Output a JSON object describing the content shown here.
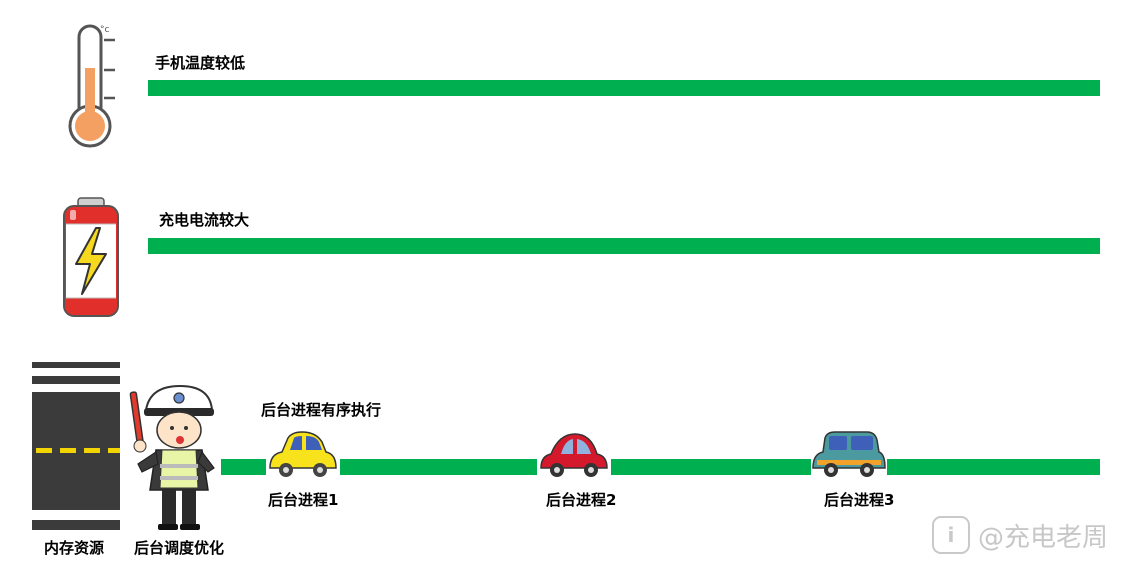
{
  "rows": {
    "temperature": {
      "label": "手机温度较低",
      "icon": "thermometer-icon",
      "unit_mark": "°c"
    },
    "current": {
      "label": "充电电流较大",
      "icon": "battery-charging-icon"
    },
    "background": {
      "label": "后台进程有序执行",
      "memory_label": "内存资源",
      "scheduler_label": "后台调度优化",
      "processes": [
        {
          "label": "后台进程1",
          "car_color": "#f7e21b",
          "icon": "car-icon"
        },
        {
          "label": "后台进程2",
          "car_color": "#d3192b",
          "icon": "car-icon"
        },
        {
          "label": "后台进程3",
          "car_color": "#4a9aa0",
          "icon": "car-icon"
        }
      ]
    }
  },
  "colors": {
    "bar": "#00b050",
    "thermo_fill": "#f4a062",
    "battery": "#e1302b",
    "bolt": "#f6d81f"
  },
  "watermark": {
    "text": "@充电老周",
    "logo": "i"
  }
}
